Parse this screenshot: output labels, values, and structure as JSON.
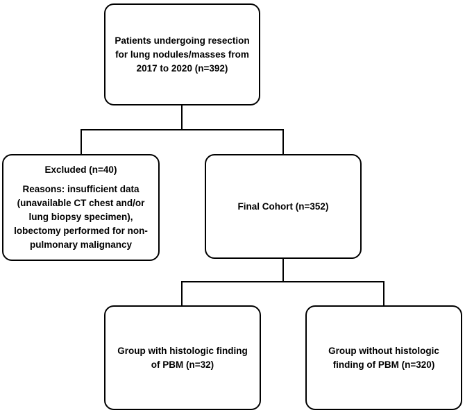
{
  "flowchart": {
    "patients": {
      "lines": [
        "Patients undergoing resection",
        "for lung nodules/masses from",
        "2017 to 2020 (n=392)"
      ]
    },
    "excluded": {
      "heading": "Excluded (n=40)",
      "lines": [
        "Reasons: insufficient data",
        "(unavailable CT chest and/or",
        "lung biopsy specimen),",
        "lobectomy performed for non-",
        "pulmonary malignancy"
      ]
    },
    "final_cohort": {
      "lines": [
        "Final Cohort (n=352)"
      ]
    },
    "with_pbm": {
      "lines": [
        "Group with histologic finding",
        "of PBM (n=32)"
      ]
    },
    "without_pbm": {
      "lines": [
        "Group without histologic",
        "finding of PBM (n=320)"
      ]
    }
  }
}
